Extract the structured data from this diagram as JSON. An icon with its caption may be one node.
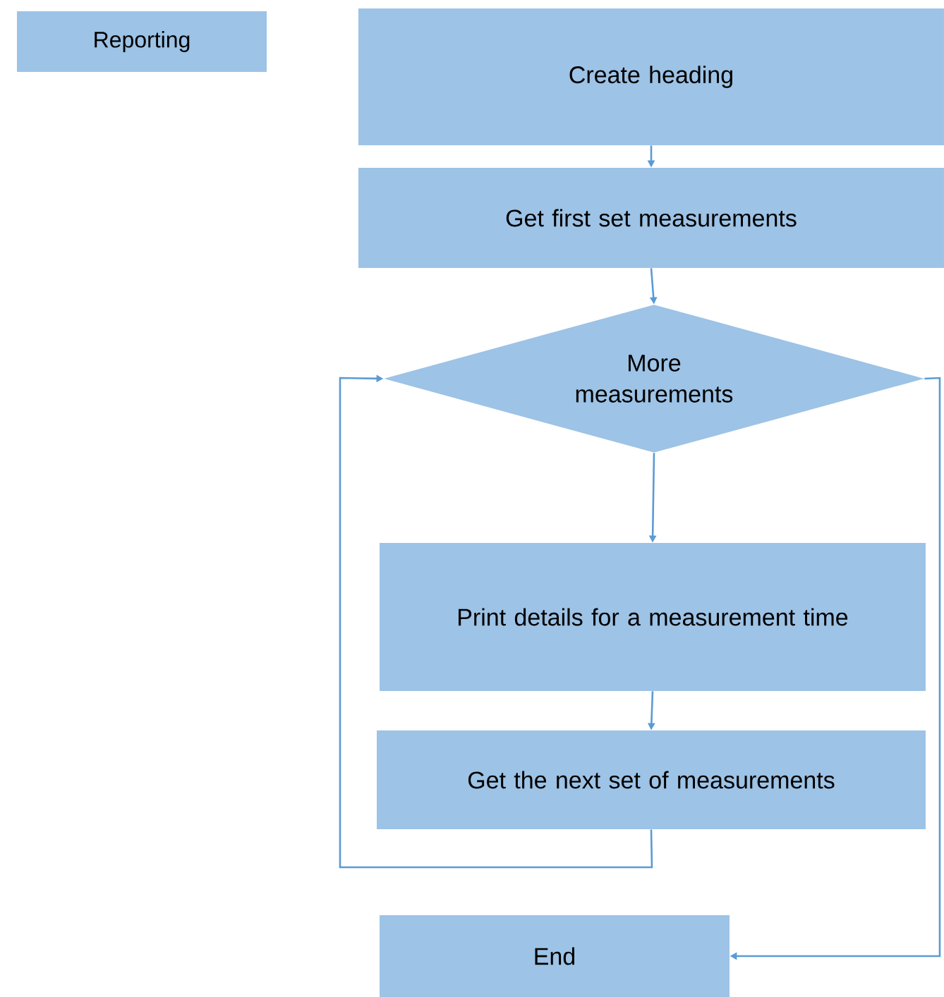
{
  "diagram": {
    "nodes": [
      {
        "text": [
          "Reporting"
        ]
      },
      {
        "text": [
          "Create heading"
        ]
      },
      {
        "text": [
          "Get first set measurements"
        ]
      },
      {
        "text": [
          "More measurements"
        ]
      },
      {
        "text": [
          "Print details for a measurement time"
        ]
      },
      {
        "text": [
          "Get the next set of measurements"
        ]
      },
      {
        "text": [
          "End"
        ]
      }
    ],
    "edges": [
      {
        "from": 1,
        "to": 2,
        "arrow": "to"
      },
      {
        "from": 2,
        "to": 3,
        "arrow": "to"
      },
      {
        "from": 3,
        "to": 4,
        "arrow": "to"
      },
      {
        "from": 4,
        "to": 5,
        "arrow": "to"
      },
      {
        "from": 5,
        "to": 3,
        "arrow": "to"
      },
      {
        "from": 3,
        "to": 6,
        "arrow": "to"
      }
    ]
  }
}
